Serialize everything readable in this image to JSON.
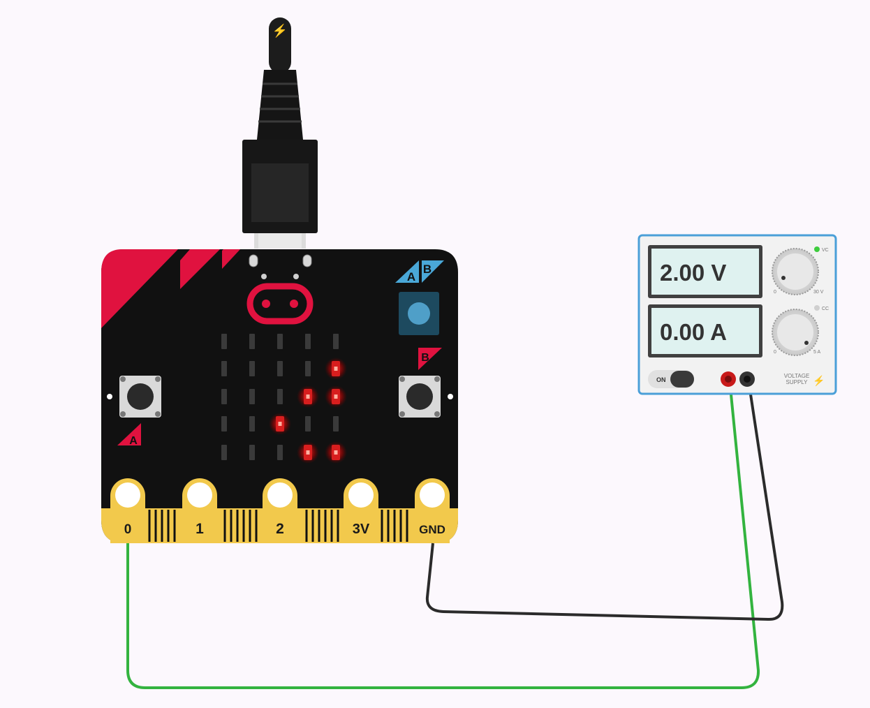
{
  "microbit": {
    "pins": [
      "0",
      "1",
      "2",
      "3V",
      "GND"
    ],
    "button_a_label": "A",
    "button_b_label": "B",
    "led_matrix": [
      [
        0,
        0,
        0,
        0,
        0
      ],
      [
        0,
        0,
        0,
        0,
        1
      ],
      [
        0,
        0,
        0,
        1,
        1
      ],
      [
        0,
        0,
        1,
        0,
        0
      ],
      [
        0,
        0,
        0,
        1,
        1
      ]
    ]
  },
  "power_supply": {
    "voltage_display": "2.00 V",
    "current_display": "0.00 A",
    "switch_label": "ON",
    "voltage_indicator_label": "VC",
    "current_indicator_label": "CC",
    "voltage_knob_min": "0",
    "voltage_knob_max": "30 V",
    "current_knob_min": "0",
    "current_knob_max": "5 A",
    "brand_line1": "VOLTAGE",
    "brand_line2": "SUPPLY"
  },
  "usb": {
    "icon": "lightning-icon",
    "glyph": "⚡"
  },
  "colors": {
    "board": "#111111",
    "accent_red": "#e0123f",
    "accent_blue": "#4aa8d8",
    "pad_gold": "#f2c94c",
    "wire_green": "#33b33f",
    "wire_black": "#2b2b2b",
    "lcd": "#dff2f0",
    "psu_border": "#4a9fd8"
  }
}
